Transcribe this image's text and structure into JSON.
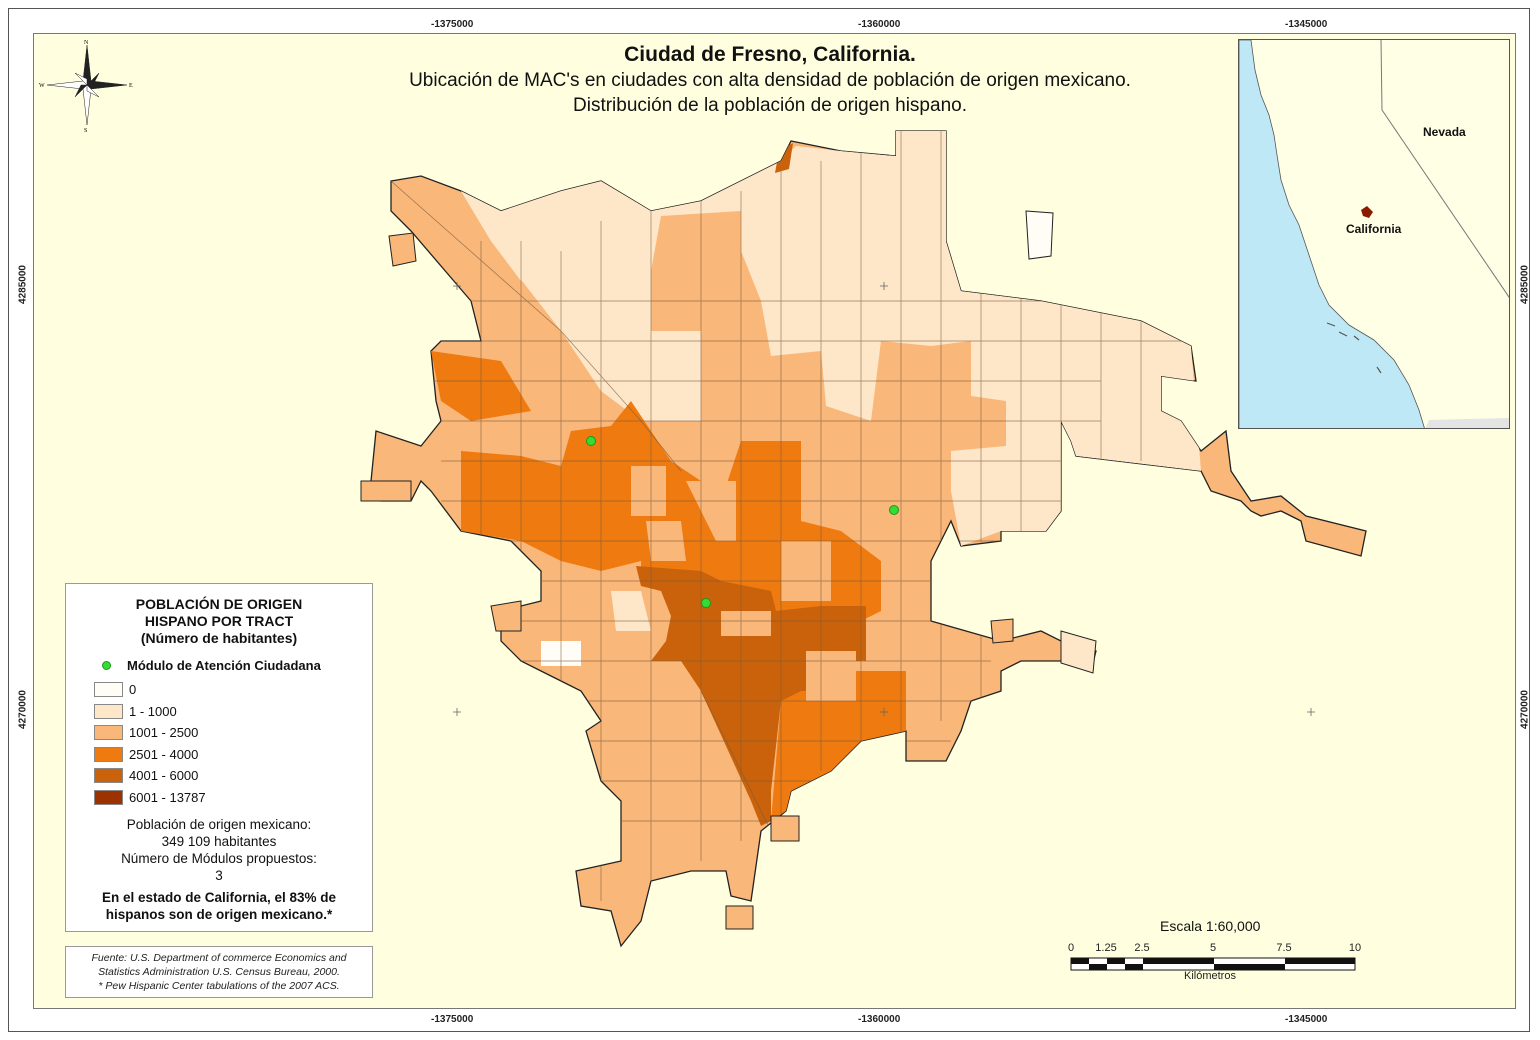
{
  "titles": {
    "main": "Ciudad de Fresno, California.",
    "line1": "Ubicación de MAC's en ciudades con alta densidad de población de origen mexicano.",
    "line2": "Distribución de la población de origen hispano."
  },
  "coordinates": {
    "x_ticks": [
      "-1375000",
      "-1360000",
      "-1345000"
    ],
    "y_ticks": [
      "4285000",
      "4270000"
    ]
  },
  "compass": {
    "north": "N",
    "south": "S",
    "east": "E",
    "west": "W"
  },
  "inset": {
    "label_nevada": "Nevada",
    "label_california": "California"
  },
  "legend": {
    "title": [
      "POBLACIÓN DE ORIGEN",
      "HISPANO POR TRACT",
      "(Número de habitantes)"
    ],
    "mac_label": "Módulo de Atención Ciudadana",
    "classes": [
      {
        "label": "0",
        "color": "#fffdf5"
      },
      {
        "label": "1 - 1000",
        "color": "#fde7c8"
      },
      {
        "label": "1001 - 2500",
        "color": "#fab77a"
      },
      {
        "label": "2501 - 4000",
        "color": "#ee7a10"
      },
      {
        "label": "4001 - 6000",
        "color": "#c9620a"
      },
      {
        "label": "6001 - 13787",
        "color": "#9c3200"
      }
    ],
    "pop_label": "Población de origen mexicano:",
    "pop_value": "349 109 habitantes",
    "modules_label": "Número de Módulos propuestos:",
    "modules_value": "3",
    "note_line1": "En el estado de California, el 83% de",
    "note_line2": "hispanos son de origen mexicano.*"
  },
  "source": {
    "line1": "Fuente: U.S. Department of commerce Economics and",
    "line2": "Statistics Administration U.S. Census Bureau, 2000.",
    "line3": "* Pew Hispanic Center tabulations of the 2007 ACS."
  },
  "scale": {
    "title": "Escala  1:60,000",
    "ticks": [
      "0",
      "1.25",
      "2.5",
      "5",
      "7.5",
      "10"
    ],
    "unit": "Kilómetros"
  },
  "colors": {
    "mac_dot": "#33dd33",
    "ocean": "#bfe8f7",
    "map_background": "#ffffdf"
  }
}
